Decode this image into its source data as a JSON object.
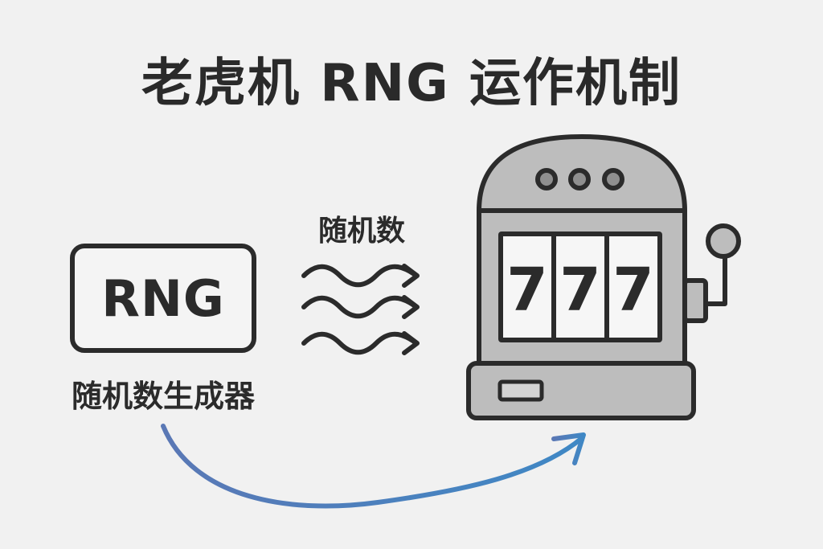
{
  "title": "老虎机 RNG 运作机制",
  "rng_box": {
    "label": "RNG",
    "caption": "随机数生成器"
  },
  "signal": {
    "caption": "随机数",
    "wave_count": 3
  },
  "slot_machine": {
    "reels": [
      "7",
      "7",
      "7"
    ],
    "indicator_lights": 3
  },
  "colors": {
    "background": "#f1f1f1",
    "stroke": "#2b2b2b",
    "machine_body": "#bdbdbd",
    "arrow_start": "#5a78b5",
    "arrow_end": "#3f88c5"
  },
  "icons": [
    "wave-arrow-icon",
    "slot-machine-icon",
    "lever-icon",
    "curved-arrow-icon"
  ]
}
